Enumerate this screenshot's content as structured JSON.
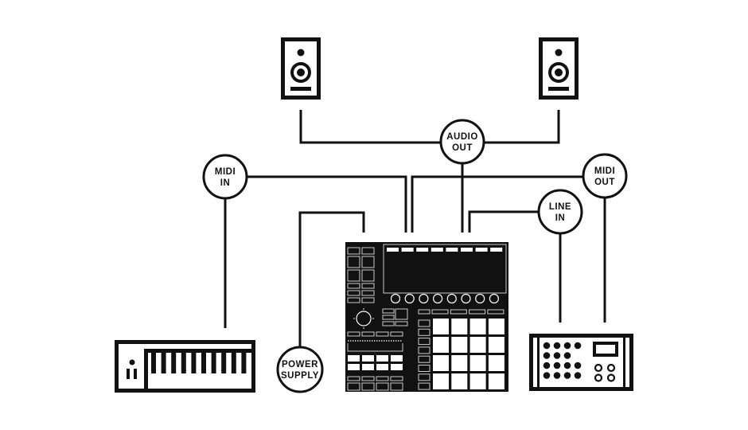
{
  "diagram": {
    "title": "Maschine connection diagram",
    "nodes": {
      "audio_out": [
        "AUDIO",
        "OUT"
      ],
      "midi_in": [
        "MIDI",
        "IN"
      ],
      "midi_out": [
        "MIDI",
        "OUT"
      ],
      "line_in": [
        "LINE",
        "IN"
      ],
      "power_supply": [
        "POWER",
        "SUPPLY"
      ]
    },
    "devices": {
      "speaker_left": "studio monitor",
      "speaker_right": "studio monitor",
      "controller": "groove controller",
      "keyboard": "MIDI keyboard",
      "drum_machine": "external hardware"
    },
    "connections": [
      {
        "from": "speaker_left",
        "to": "audio_out"
      },
      {
        "from": "speaker_right",
        "to": "audio_out"
      },
      {
        "from": "audio_out",
        "to": "controller"
      },
      {
        "from": "keyboard",
        "to": "midi_in"
      },
      {
        "from": "midi_in",
        "to": "controller"
      },
      {
        "from": "controller",
        "to": "midi_out"
      },
      {
        "from": "midi_out",
        "to": "drum_machine"
      },
      {
        "from": "drum_machine",
        "to": "line_in"
      },
      {
        "from": "line_in",
        "to": "controller"
      },
      {
        "from": "power_supply",
        "to": "controller"
      }
    ]
  }
}
